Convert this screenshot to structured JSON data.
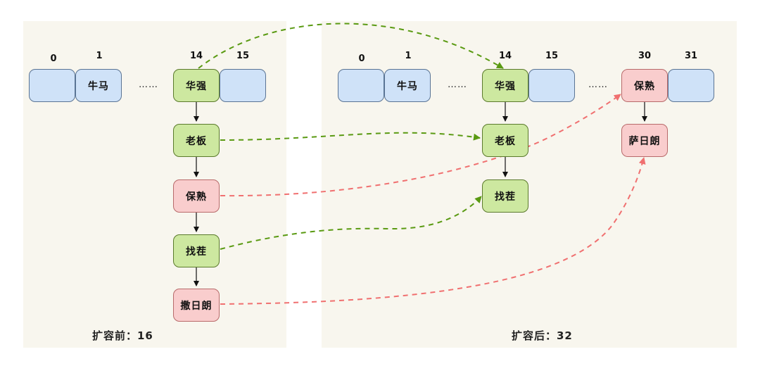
{
  "left": {
    "indices": [
      "0",
      "1",
      "14",
      "15"
    ],
    "ellipsis": "……",
    "slot_1_label": "牛马",
    "slot_14_label": "华强",
    "chain": [
      "老板",
      "保熟",
      "找茬",
      "撒日朗"
    ],
    "caption": "扩容前：16"
  },
  "right": {
    "indices": [
      "0",
      "1",
      "14",
      "15",
      "30",
      "31"
    ],
    "ellipsis_a": "……",
    "ellipsis_b": "……",
    "slot_1_label": "牛马",
    "slot_14_label": "华强",
    "slot_14_chain": [
      "老板",
      "找茬"
    ],
    "slot_30_label": "保熟",
    "slot_30_chain": [
      "萨日朗"
    ],
    "caption": "扩容后：32"
  },
  "colors": {
    "empty_slot": "#cfe2f8",
    "stays_at_same_index": "#cde8a0",
    "moves_to_new_index": "#f9cdcd",
    "green_arrow": "#5a9a12",
    "red_arrow": "#f07070"
  }
}
